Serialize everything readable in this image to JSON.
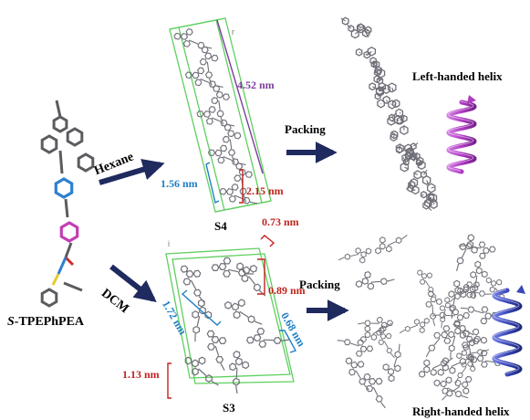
{
  "compound": {
    "label": "S-TPEPhPEA",
    "prefix": "S",
    "rest": "-TPEPhPEA"
  },
  "routes": {
    "hexane": {
      "solvent": "Hexane",
      "crystal": "S4",
      "packing": "Packing",
      "helix": "Left-handed helix"
    },
    "dcm": {
      "solvent": "DCM",
      "crystal": "S3",
      "packing": "Packing",
      "helix": "Right-handed helix"
    }
  },
  "dimensions": {
    "s4_long": "4.52 nm",
    "s4_width": "1.56 nm",
    "s4_short": "2.15 nm",
    "s3_top": "0.73 nm",
    "s3_right": "0.89 nm",
    "s3_diag": "1.72 nm",
    "s3_side": "0.68 nm",
    "s3_bottom": "1.13 nm"
  },
  "axis_marks": {
    "s4_mark": "r",
    "s3_mark": "i"
  },
  "colors": {
    "arrow": "#1f2a5e",
    "red_label": "#c0241e",
    "blue_label": "#1f7fc4",
    "purple_label": "#7b3fa0",
    "cell_edge": "#5fcf5f",
    "helix_left": "#b03cc4",
    "helix_right": "#3a48b8",
    "molecule": "#6f6f78"
  }
}
